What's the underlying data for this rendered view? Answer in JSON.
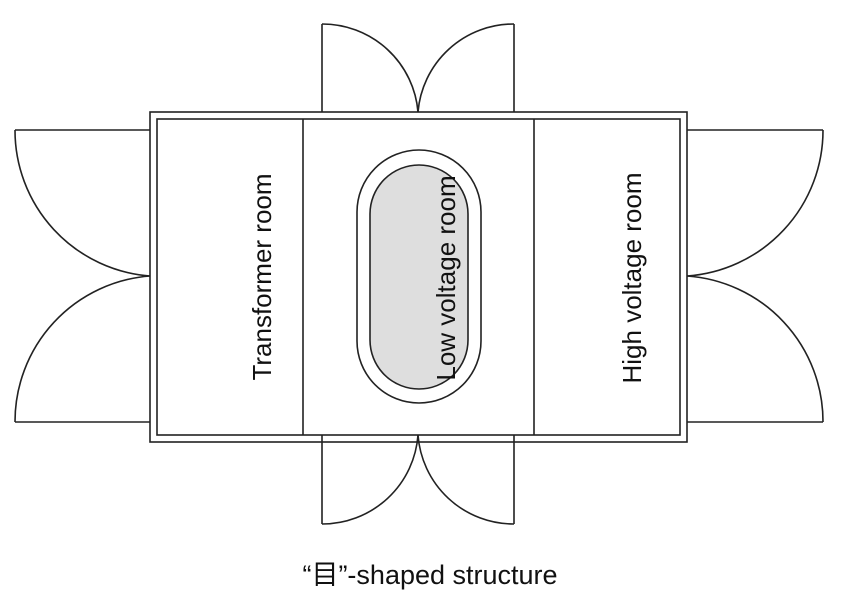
{
  "rooms": {
    "left_label": "Transformer room",
    "center_label": "Low voltage room",
    "right_label": "High voltage room"
  },
  "caption": "“目”-shaped structure",
  "colors": {
    "line": "#222222",
    "inner_fill": "#dedede",
    "background": "#ffffff"
  }
}
